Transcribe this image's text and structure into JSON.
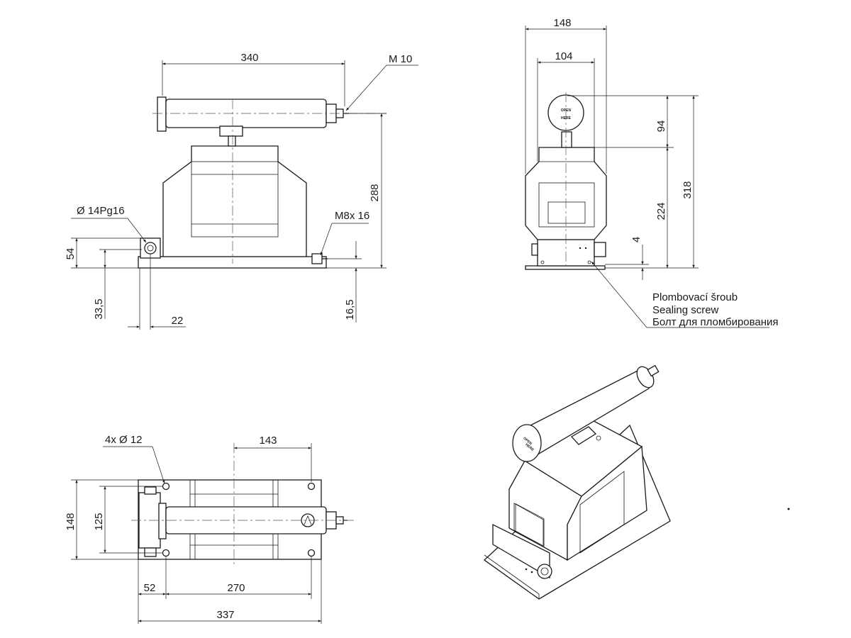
{
  "front_view": {
    "dim_width": "340",
    "dim_thread_top": "M 10",
    "dim_height": "288",
    "dim_gland": "Ø 14Pg16",
    "dim_bolt": "M8x 16",
    "dim_54": "54",
    "dim_33_5": "33,5",
    "dim_22": "22",
    "dim_16_5": "16,5"
  },
  "side_view": {
    "dim_148": "148",
    "dim_104": "104",
    "dim_94": "94",
    "dim_224": "224",
    "dim_318": "318",
    "dim_4": "4",
    "sign_line1": "OPEN",
    "sign_line2": "HERE",
    "seal_note": [
      "Plombovací šroub",
      "Sealing screw",
      "Болт для пломбирования"
    ]
  },
  "top_view": {
    "dim_holes": "4x Ø 12",
    "dim_143": "143",
    "dim_148": "148",
    "dim_125": "125",
    "dim_52": "52",
    "dim_270": "270",
    "dim_337": "337"
  },
  "iso_view": {
    "sign_line1": "OPEN",
    "sign_line2": "HERE"
  }
}
